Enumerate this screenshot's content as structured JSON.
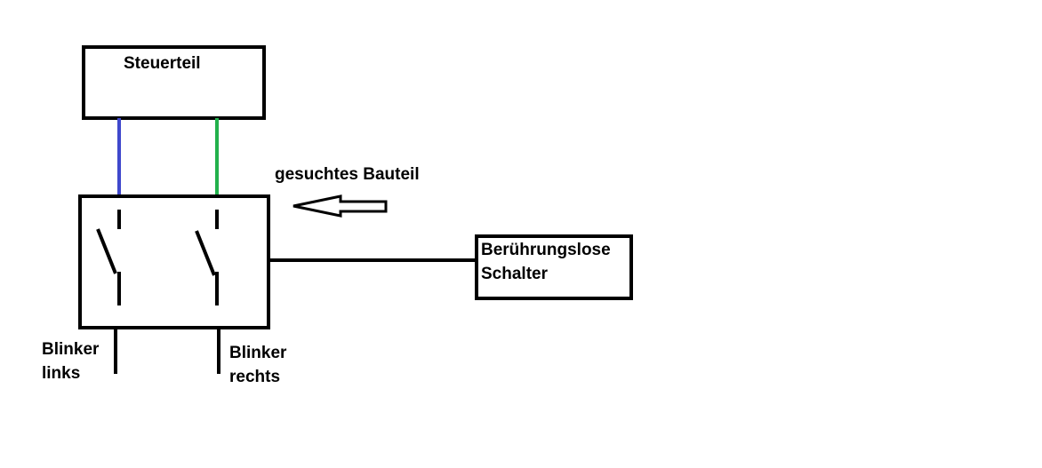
{
  "labels": {
    "steuerteil": "Steuerteil",
    "gesuchtes_bauteil": "gesuchtes Bauteil",
    "sensor_line1": "Berührungslose",
    "sensor_line2": "Schalter",
    "blinker_links_line1": "Blinker",
    "blinker_links_line2": "links",
    "blinker_rechts_line1": "Blinker",
    "blinker_rechts_line2": "rechts"
  },
  "colors": {
    "line": "#000000",
    "wire_left": "#3f48cc",
    "wire_right": "#22b14c",
    "background": "#ffffff"
  }
}
